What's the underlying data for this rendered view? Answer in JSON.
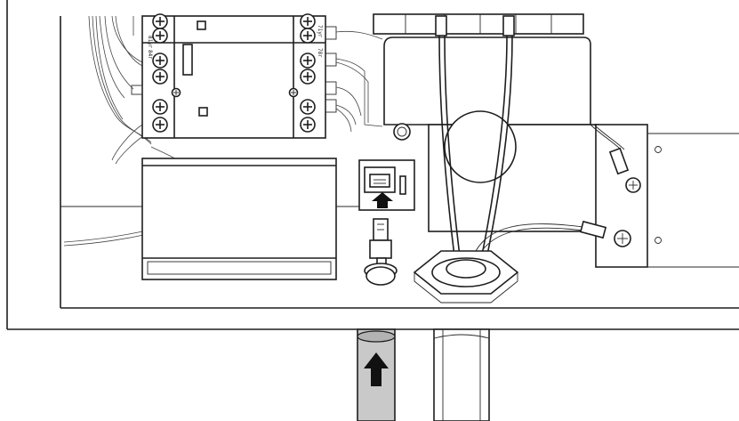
{
  "diagram": {
    "terminal_labels_left": [
      "81уг",
      "84г"
    ],
    "terminal_labels_right": [
      "71уг",
      "78г"
    ]
  },
  "colors": {
    "line": "#1e1e1e",
    "conduit_fill": "#c9c9c9",
    "shadow_fill": "#e6e6e6",
    "arrow_fill": "#111111",
    "background": "#ffffff"
  },
  "icons": {
    "insert_arrow": "arrow-up-icon",
    "conduit_arrow": "arrow-up-icon"
  }
}
